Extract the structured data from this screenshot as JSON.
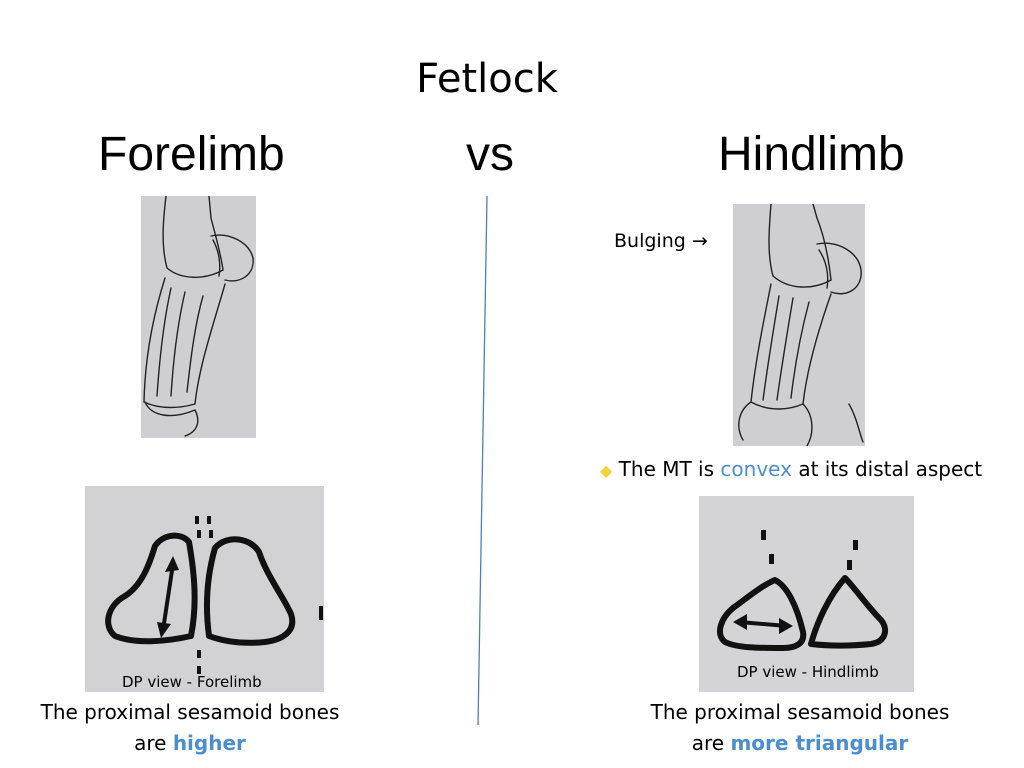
{
  "slide": {
    "title": "Fetlock",
    "left_heading": "Forelimb",
    "middle_heading": "vs",
    "right_heading": "Hindlimb"
  },
  "left": {
    "dp_caption": "DP view - Forelimb",
    "text_line1": "The proximal sesamoid bones",
    "text_line2_prefix": "are",
    "text_line2_highlight": "higher"
  },
  "right": {
    "bulging_label": "Bulging",
    "bulging_arrow": "→",
    "bullet_symbol": "◆",
    "mt_prefix": "The MT is",
    "mt_highlight": "convex",
    "mt_suffix": "at its distal aspect",
    "dp_caption": "DP view - Hindlimb",
    "text_line1": "The proximal sesamoid bones",
    "text_line2_prefix": "are",
    "text_line2_highlight": "more triangular"
  },
  "colors": {
    "accent": "#4a8ed0",
    "divider": "#4a7fc0",
    "bullet": "#f2d43a"
  }
}
